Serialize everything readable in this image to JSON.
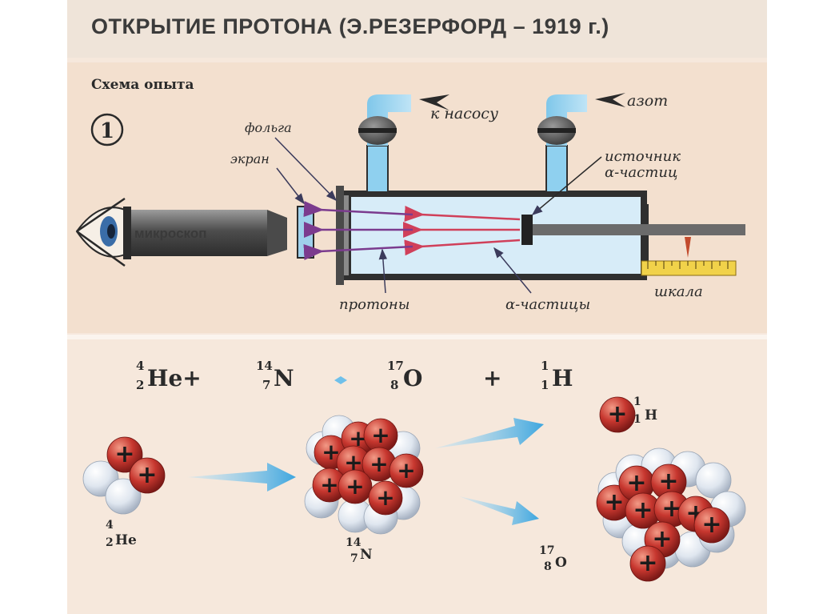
{
  "title": "ОТКРЫТИЕ ПРОТОНА (Э.РЕЗЕРФОРД – 1919 г.)",
  "scheme": {
    "heading": "Схема опыта",
    "number": "1",
    "labels": {
      "foil": "фольга",
      "screen": "экран",
      "pump": "к насосу",
      "nitrogen": "азот",
      "source_line1": "источник",
      "source_line2": "α-частиц",
      "microscope": "микроскоп",
      "protons": "протоны",
      "alpha": "α-частицы",
      "scale": "шкала"
    }
  },
  "reaction": {
    "he": {
      "mass": "4",
      "charge": "2",
      "symbol": "He+"
    },
    "n": {
      "mass": "14",
      "charge": "7",
      "symbol": "N"
    },
    "o": {
      "mass": "17",
      "charge": "8",
      "symbol": "O"
    },
    "plus": "+",
    "h": {
      "mass": "1",
      "charge": "1",
      "symbol": "H"
    }
  },
  "nuclei": {
    "he_label": {
      "mass": "4",
      "charge": "2",
      "symbol": "He"
    },
    "n_label": {
      "mass": "14",
      "charge": "7",
      "symbol": "N"
    },
    "o_label": {
      "mass": "17",
      "charge": "8",
      "symbol": "O"
    },
    "h_label": {
      "mass": "1",
      "charge": "1",
      "symbol": "H"
    },
    "proton_sign": "+"
  },
  "colors": {
    "proton": "#c7372f",
    "neutron": "#dfe6ef",
    "chamber": "#cfe8f5",
    "arrow_blue": "#5fb7e6"
  }
}
